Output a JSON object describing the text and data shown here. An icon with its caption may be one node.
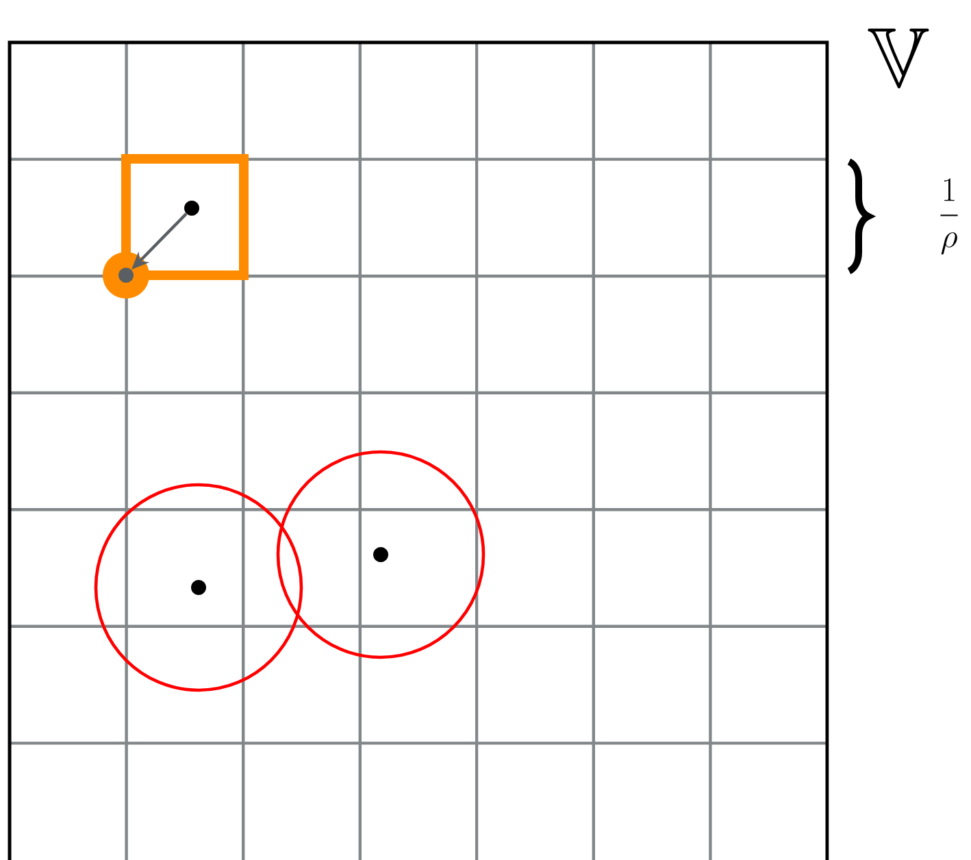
{
  "diagram": {
    "nodes": [
      {
        "text": [],
        "shape": "circle"
      },
      {
        "text": [],
        "shape": "circle"
      },
      {
        "text": [],
        "shape": "circle"
      },
      {
        "text": [],
        "shape": "circle"
      }
    ],
    "edges": [
      {
        "from": 0,
        "to": 1,
        "arrow": "to"
      }
    ],
    "labels": [
      "\\mathbb{V}",
      "\\frac{1}{\\rho}"
    ]
  }
}
